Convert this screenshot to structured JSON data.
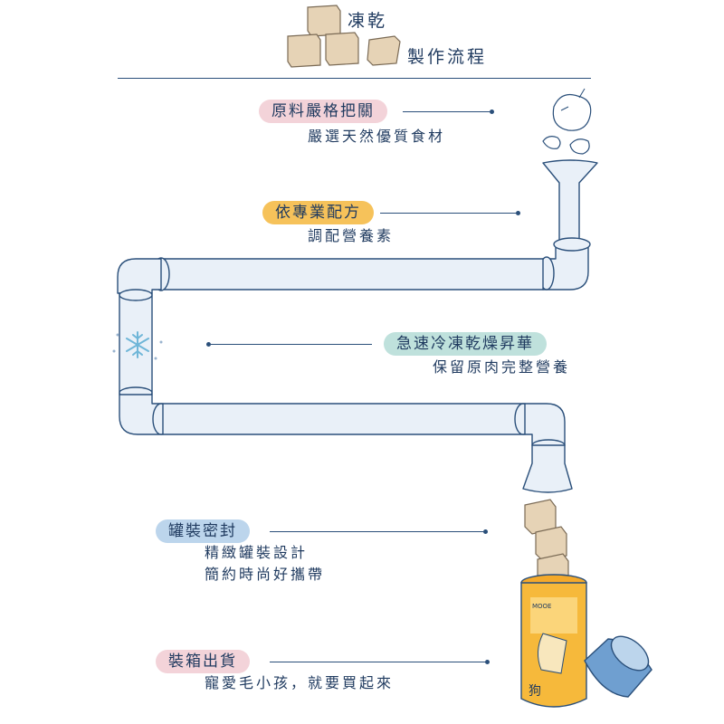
{
  "header": {
    "title": "凍乾",
    "subtitle": "製作流程"
  },
  "steps": [
    {
      "label": "原料嚴格把關",
      "lines": [
        "嚴選天然優質食材"
      ],
      "color": "#f3d3d9"
    },
    {
      "label": "依專業配方",
      "lines": [
        "調配營養素"
      ],
      "color": "#f6c25a"
    },
    {
      "label": "急速冷凍乾燥昇華",
      "lines": [
        "保留原肉完整營養"
      ],
      "color": "#bfe1dc"
    },
    {
      "label": "罐裝密封",
      "lines": [
        "精緻罐裝設計",
        "簡約時尚好攜帶"
      ],
      "color": "#bcd5ec"
    },
    {
      "label": "裝箱出貨",
      "lines": [
        "寵愛毛小孩，就要買起來"
      ],
      "color": "#f3d3d9"
    }
  ],
  "product": {
    "brand": "MOOE",
    "name": "狗"
  },
  "colors": {
    "ink": "#1f3a5f",
    "line": "#2a4f7a",
    "pipe_fill": "#e9f0f8",
    "cube": "#e6d3b6",
    "cube_edge": "#7a6a55",
    "can": "#f6b93b",
    "lid": "#6f9fd0"
  },
  "icons": [
    "ice-cube-icon",
    "meat-chunk-icon",
    "snowflake-icon"
  ]
}
